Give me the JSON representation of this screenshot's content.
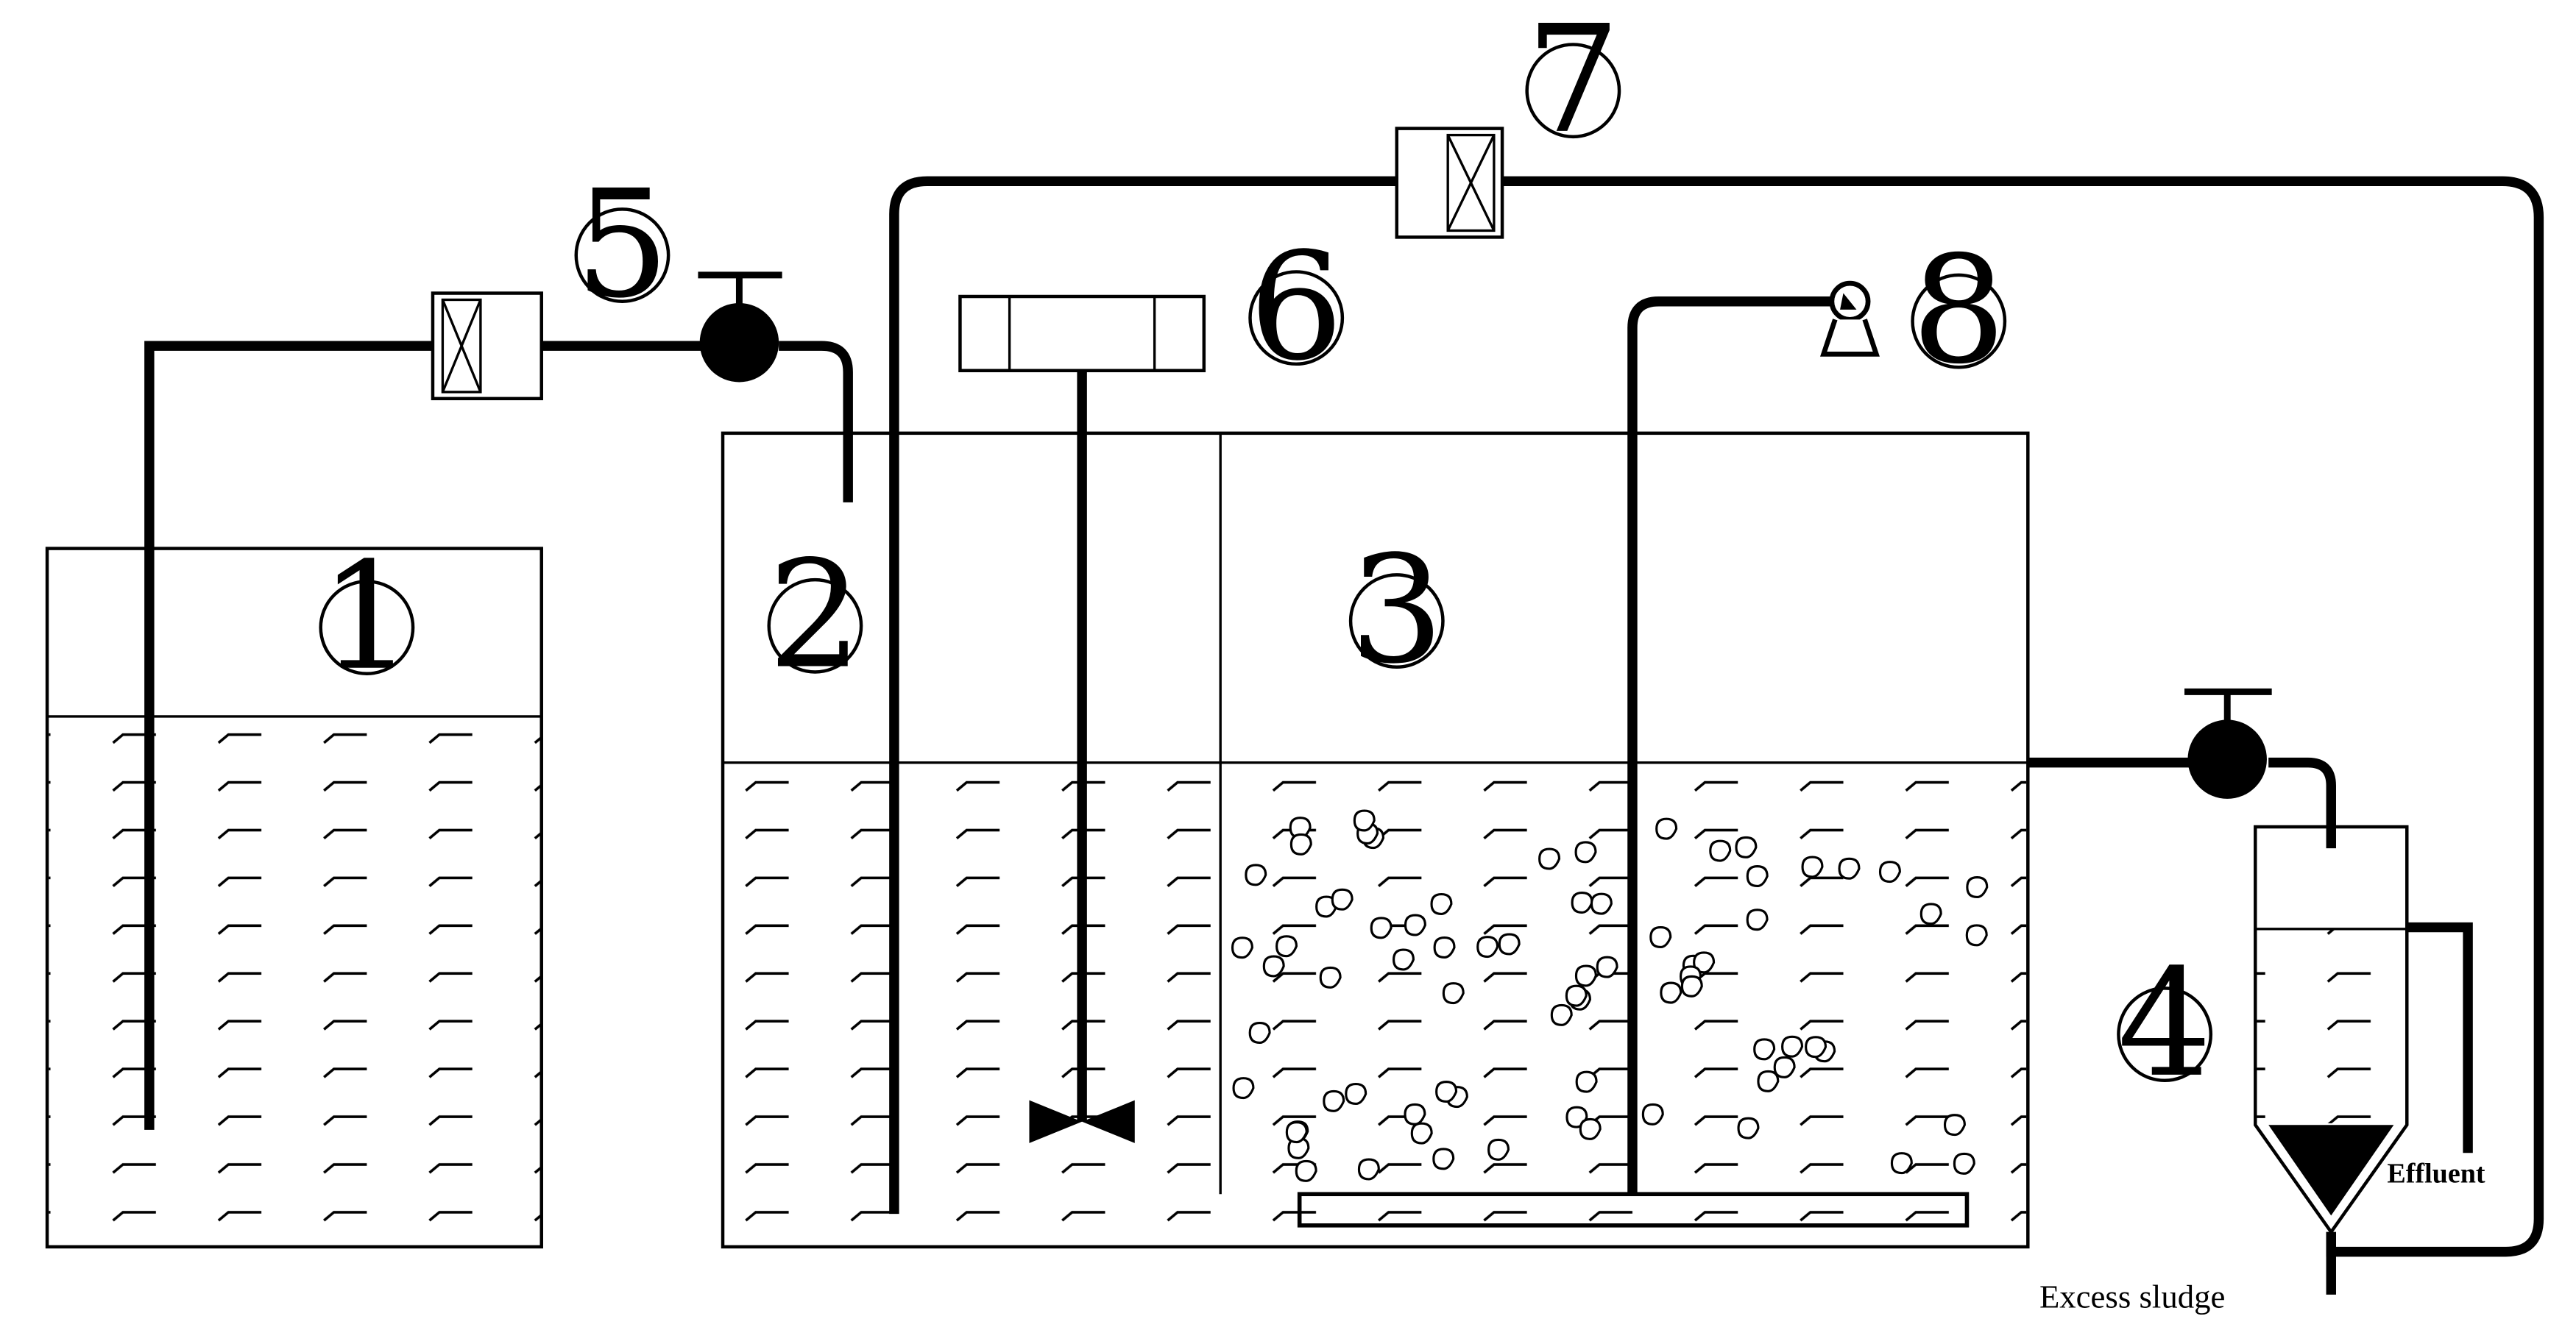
{
  "components": [
    {
      "id": "tank-1",
      "number": "1"
    },
    {
      "id": "tank-2",
      "number": "2"
    },
    {
      "id": "tank-3",
      "number": "3"
    },
    {
      "id": "settler-4",
      "number": "4"
    },
    {
      "id": "flowmeter-5",
      "number": "5"
    },
    {
      "id": "stirrer-motor-6",
      "number": "6"
    },
    {
      "id": "recycle-flowmeter-7",
      "number": "7"
    },
    {
      "id": "air-pump-8",
      "number": "8"
    }
  ],
  "labels": {
    "effluent": "Effluent",
    "excess_sludge": "Excess sludge"
  },
  "colors": {
    "line": "#000000",
    "label_excess_sludge": "#5a1f18"
  },
  "icons": {
    "valve": "valve-icon",
    "flowmeter": "flowmeter-icon",
    "stirrer": "stirrer-icon",
    "pump": "pump-icon"
  }
}
